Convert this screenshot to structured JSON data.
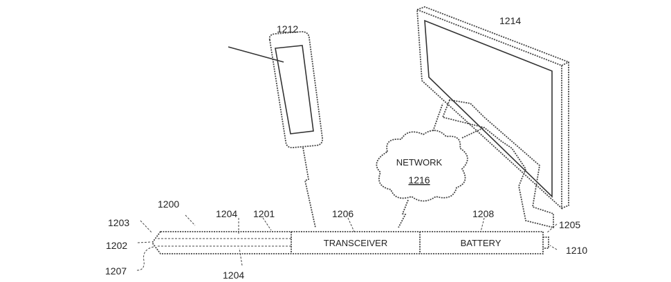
{
  "figure": {
    "stylus_ref": "1200",
    "tablet_ref": "1212",
    "display_ref": "1214",
    "network": {
      "label": "NETWORK",
      "ref": "1216"
    },
    "stylus_parts": {
      "transceiver": {
        "label": "TRANSCEIVER",
        "ref": "1206"
      },
      "battery": {
        "label": "BATTERY",
        "ref": "1208"
      }
    },
    "refs": {
      "r1203": "1203",
      "r1202": "1202",
      "r1207": "1207",
      "r1204_top": "1204",
      "r1204_bottom": "1204",
      "r1201": "1201",
      "r1205": "1205",
      "r1210": "1210"
    }
  }
}
